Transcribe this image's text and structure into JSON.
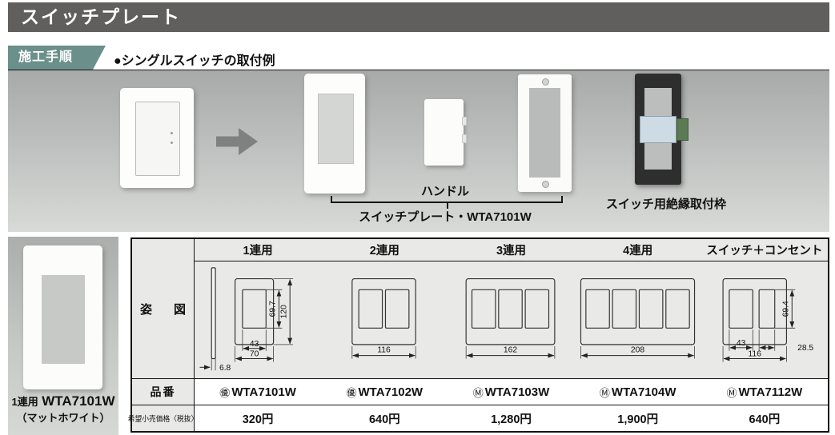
{
  "header": {
    "title": "スイッチプレート"
  },
  "procedure": {
    "tab_label": "施工手順",
    "heading": "●シングルスイッチの取付例",
    "handle_label": "ハンドル",
    "plate_assembly_label": "スイッチプレート・WTA7101W",
    "insulated_frame_label": "スイッチ用絶縁取付枠"
  },
  "product_card": {
    "gang_label": "1連用",
    "model": "WTA7101W",
    "finish": "（マットホワイト）"
  },
  "table": {
    "stub": {
      "figure": "姿　図",
      "model": "品番",
      "price": "希望小売価格〈税抜〉"
    },
    "columns": [
      {
        "label": "1連用",
        "mark": "㊝",
        "model": "WTA7101W",
        "price": "320円"
      },
      {
        "label": "2連用",
        "mark": "㊝",
        "model": "WTA7102W",
        "price": "640円"
      },
      {
        "label": "3連用",
        "mark": "Ⓜ",
        "model": "WTA7103W",
        "price": "1,280円"
      },
      {
        "label": "4連用",
        "mark": "Ⓜ",
        "model": "WTA7104W",
        "price": "1,900円"
      },
      {
        "label": "スイッチ＋コンセント",
        "mark": "Ⓜ",
        "model": "WTA7112W",
        "price": "640円"
      }
    ],
    "dims": {
      "col1": {
        "inner_w": "43",
        "outer_w": "70",
        "inner_h": "69.7",
        "outer_h": "120",
        "thickness": "6.8"
      },
      "col2": {
        "width": "116"
      },
      "col3": {
        "width": "162"
      },
      "col4": {
        "width": "208"
      },
      "col5": {
        "left_w": "43",
        "right_w": "28.5",
        "height": "69.4",
        "total_w": "116"
      }
    }
  },
  "colors": {
    "title_bar": "#615f5d",
    "procedure_tab": "#6b8f8b",
    "table_bg": "#e9e9e7",
    "photo_bg_top": "#a8aaa9",
    "photo_bg_bottom": "#d8dad7"
  }
}
